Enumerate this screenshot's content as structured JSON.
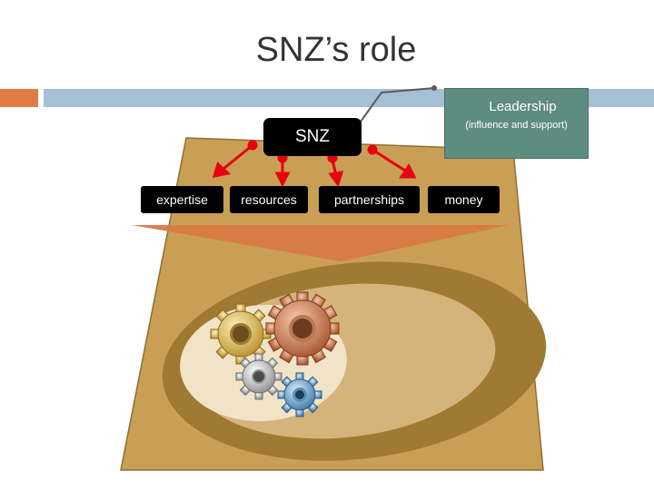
{
  "slide": {
    "title": "SNZ’s role",
    "central_node": "SNZ",
    "leadership": {
      "title": "Leadership",
      "subtitle": "(influence and support)"
    },
    "contributions": [
      "expertise",
      "resources",
      "partnerships",
      "money"
    ]
  },
  "colors": {
    "accent_orange": "#e07b45",
    "accent_blue": "#a6bfd4",
    "leadership_box": "#5f8c80",
    "arrow_red": "#e8000f",
    "platform": "#c99f55",
    "funnel_arrow": "#d97a45",
    "gear_gold": "#e8c25c",
    "gear_copper": "#d98b62",
    "gear_silver": "#d9d9d9",
    "gear_blue": "#7fb0d9"
  },
  "icons": [
    "gear-icon"
  ]
}
